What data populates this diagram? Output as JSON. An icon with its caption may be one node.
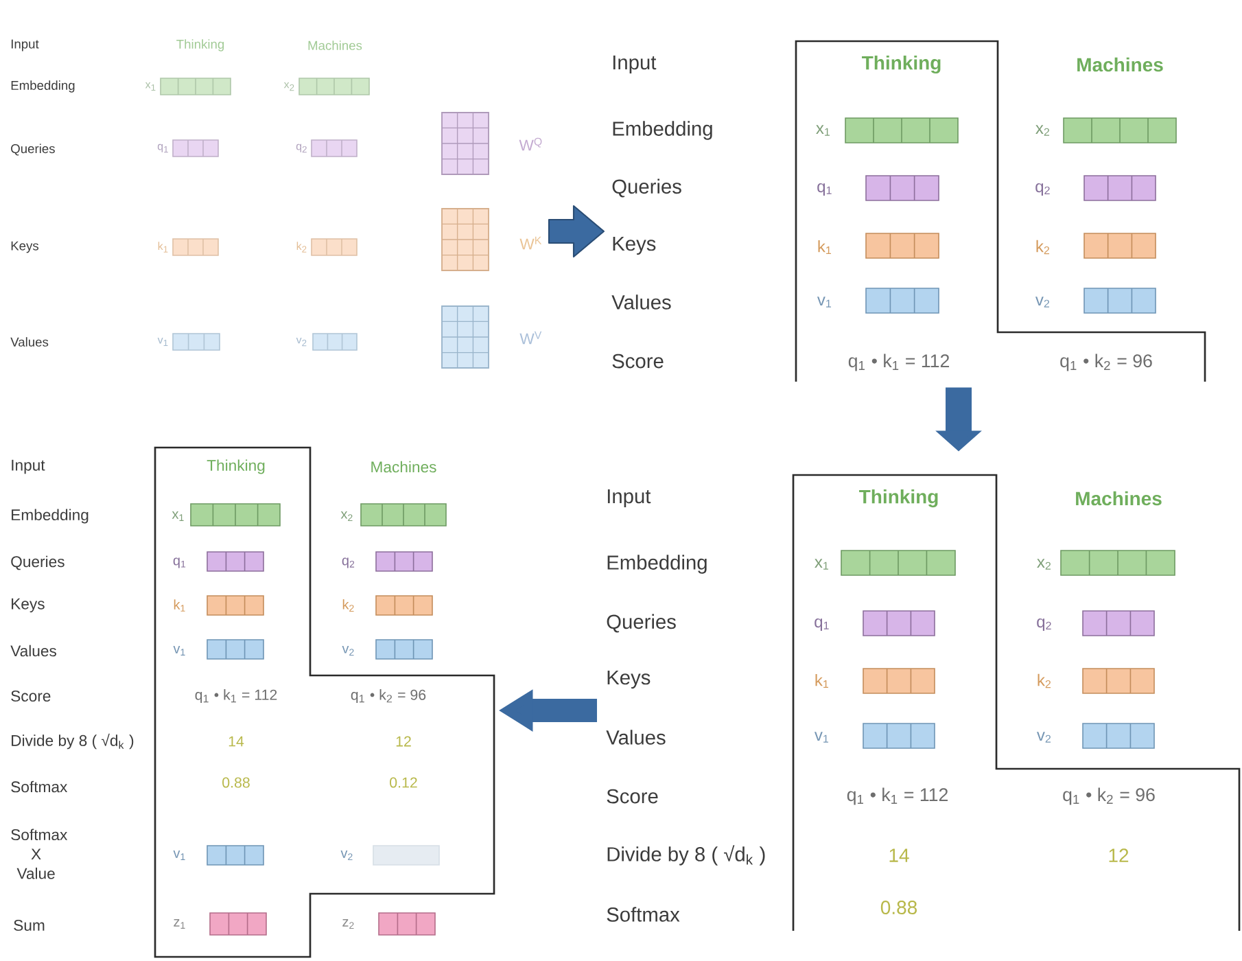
{
  "diagram": {
    "nodes": [
      {
        "text": [
          "Thinking",
          "x$_{1}$",
          "q$_{1}$",
          "k$_{1}$",
          "v$_{1}$",
          "q$_{1}$ • k$_{1}$ = 112",
          "q$_{1}$ • k$_{2}$ = 96"
        ]
      },
      {
        "text": [
          "Thinking",
          "x$_{1}$",
          "q$_{1}$",
          "k$_{1}$",
          "v$_{1}$",
          "q$_{1}$ • k$_{1}$ = 112",
          "q$_{1}$ • k$_{2}$ = 96",
          "14",
          "12",
          "0.88",
          "0.12",
          "v$_{1}$",
          "v$_{2}$",
          "z$_{1}$"
        ]
      },
      {
        "text": [
          "Thinking",
          "x$_{1}$",
          "q$_{1}$",
          "k$_{1}$",
          "v$_{1}$",
          "q$_{1}$ • k$_{1}$ = 112",
          "q$_{1}$ • k$_{2}$ = 96",
          "14",
          "12",
          "0.88"
        ]
      }
    ],
    "edges": [
      {
        "from": 0,
        "to": 2,
        "arrow": "to"
      },
      {
        "from": null,
        "to": 1,
        "arrow": "to"
      }
    ],
    "labels": [
      "Input",
      "Thinking",
      "Machines",
      "Embedding",
      "x$_{1}$",
      "x$_{2}$",
      "Queries",
      "q$_{1}$",
      "q$_{2}$",
      "W$^{Q}$",
      "Keys",
      "k$_{1}$",
      "k$_{2}$",
      "W$^{K}$",
      "Values",
      "v$_{1}$",
      "v$_{2}$",
      "W$^{V}$",
      "Input",
      "Machines",
      "Embedding",
      "x$_{2}$",
      "Queries",
      "q$_{2}$",
      "Keys",
      "k$_{2}$",
      "Values",
      "v$_{2}$",
      "Score",
      "Input",
      "Machines",
      "Embedding",
      "x$_{2}$",
      "Queries",
      "q$_{2}$",
      "Keys",
      "k$_{2}$",
      "Values",
      "v$_{2}$",
      "Score",
      "Divide by 8 ( √d$_{k}$ )",
      "Softmax",
      "Softmax X Value",
      "Sum",
      "z$_{2}$",
      "Input",
      "Machines",
      "Embedding",
      "x$_{2}$",
      "Queries",
      "q$_{2}$",
      "Keys",
      "k$_{2}$",
      "Values",
      "v$_{2}$",
      "Score",
      "Divide by 8 ( √d$_{k}$ )",
      "Softmax"
    ]
  }
}
